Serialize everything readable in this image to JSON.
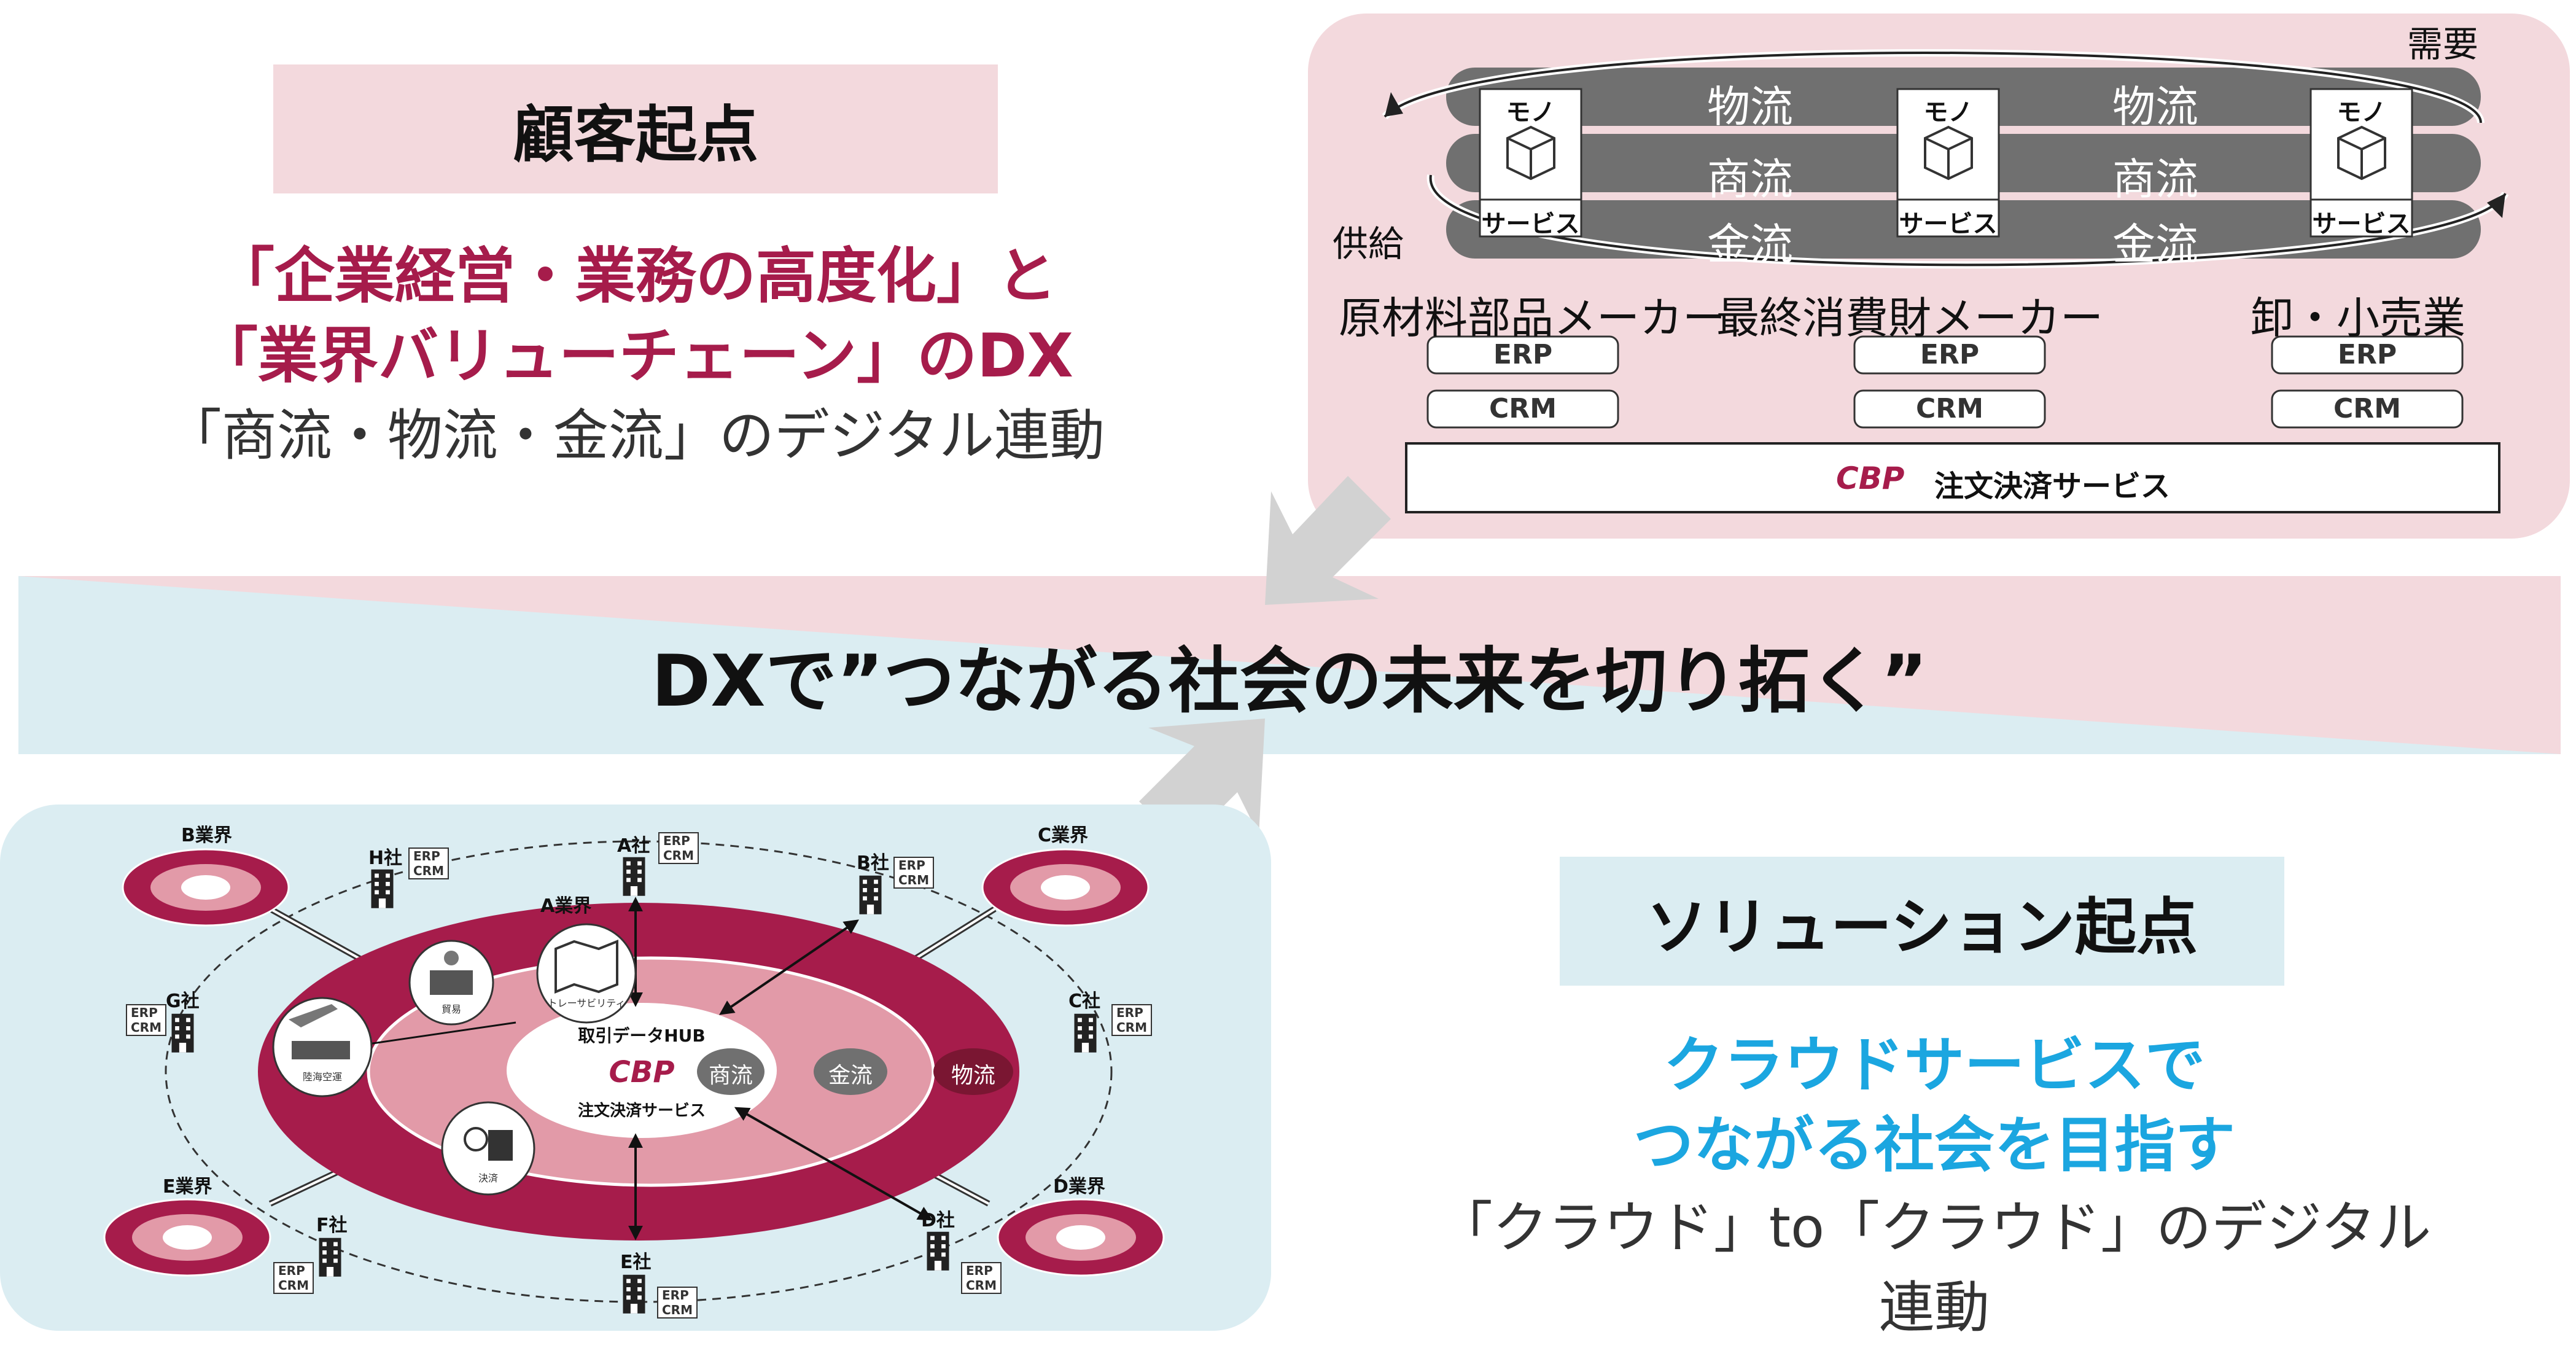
{
  "customer": {
    "heading": "顧客起点",
    "line1": "「企業経営・業務の高度化」と",
    "line2": "「業界バリューチェーン」のDX",
    "line3": "「商流・物流・金流」のデジタル連動"
  },
  "solution": {
    "heading": "ソリューション起点",
    "line1": "クラウドサービスで",
    "line2": "つながる社会を目指す",
    "line3": "「クラウド」to「クラウド」のデジタル連動"
  },
  "banner": {
    "text": "DXで”つながる社会の未来を切り拓く”"
  },
  "supply_chain": {
    "demand_label": "需要",
    "supply_label": "供給",
    "flows": [
      {
        "left": "物流",
        "right": "物流"
      },
      {
        "left": "商流",
        "right": "商流"
      },
      {
        "left": "金流",
        "right": "金流"
      }
    ],
    "nodes": [
      {
        "top": "モノ",
        "bottom": "サービス"
      },
      {
        "top": "モノ",
        "bottom": "サービス"
      },
      {
        "top": "モノ",
        "bottom": "サービス"
      }
    ],
    "industry_left": "原材料部品メーカー",
    "industry_middle": "最終消費財メーカー",
    "industry_right": "卸・小売業",
    "erp_label": "ERP",
    "crm_label": "CRM",
    "cbp_logo": "CBP",
    "service_label": "注文決済サービス"
  },
  "network": {
    "industry_a": "A業界",
    "industries": [
      "B業界",
      "C業界",
      "E業界",
      "D業界"
    ],
    "companies": [
      "A社",
      "B社",
      "C社",
      "D社",
      "E社",
      "F社",
      "G社",
      "H社"
    ],
    "hub_title": "取引データHUB",
    "hub_logo": "CBP",
    "hub_service": "注文決済サービス",
    "flows": [
      "商流",
      "金流",
      "物流"
    ],
    "icons": [
      "トレーサビリティ",
      "貿易",
      "陸海空運",
      "決済"
    ],
    "erp_label": "ERP",
    "crm_label": "CRM"
  },
  "colors": {
    "crimson": "#a61c4b",
    "pink_bg": "#f3d9dd",
    "light_blue_bg": "#dbedf2",
    "cyan_text": "#1ba6e0",
    "flow_band": "#707070"
  }
}
